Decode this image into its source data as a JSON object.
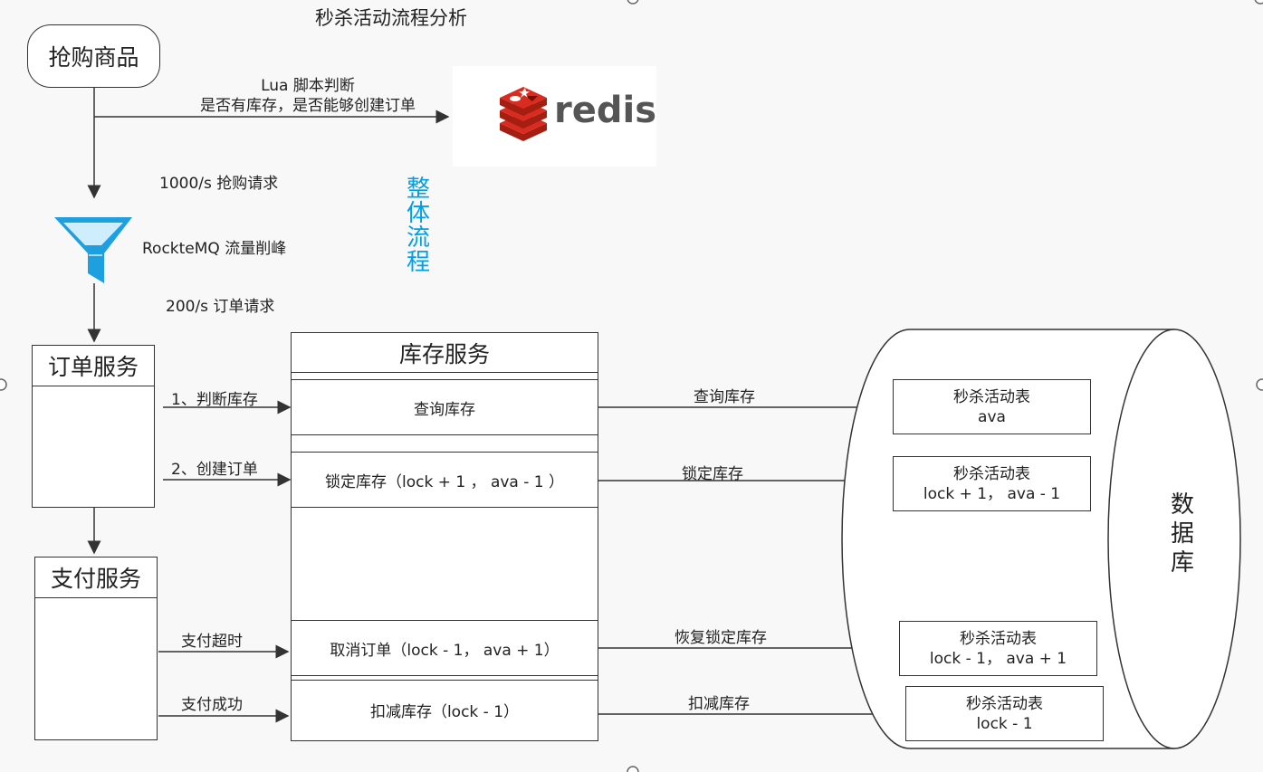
{
  "title": "秒杀活动流程分析",
  "start_node": "抢购商品",
  "redis_check": {
    "line1": "Lua 脚本判断",
    "line2": "是否有库存，是否能够创建订单"
  },
  "redis_logo_text": "redis",
  "rate_in": "1000/s 抢购请求",
  "mq_label": "RockteMQ  流量削峰",
  "rate_out": "200/s 订单请求",
  "side_label_chars": [
    "整",
    "体",
    "流",
    "程"
  ],
  "order_service": {
    "title": "订单服务",
    "step1": "1、判断库存",
    "step2": "2、创建订单"
  },
  "pay_service": {
    "title": "支付服务",
    "timeout": "支付超时",
    "success": "支付成功"
  },
  "stock_service": {
    "title": "库存服务",
    "rows": [
      "查询库存",
      "锁定库存（lock + 1 ， ava - 1 ）",
      "取消订单（lock - 1， ava + 1）",
      "扣减库存（lock - 1）"
    ]
  },
  "db_arrows": [
    "查询库存",
    "锁定库存",
    "恢复锁定库存",
    "扣减库存"
  ],
  "db_tables": [
    {
      "name": "秒杀活动表",
      "detail": "ava"
    },
    {
      "name": "秒杀活动表",
      "detail": "lock + 1， ava - 1"
    },
    {
      "name": "秒杀活动表",
      "detail": "lock - 1， ava + 1"
    },
    {
      "name": "秒杀活动表",
      "detail": "lock - 1"
    }
  ],
  "database_label_chars": [
    "数",
    "据",
    "库"
  ],
  "colors": {
    "accent": "#00a0e9",
    "redis_red": "#c6302b",
    "funnel": "#1e9fe0"
  }
}
